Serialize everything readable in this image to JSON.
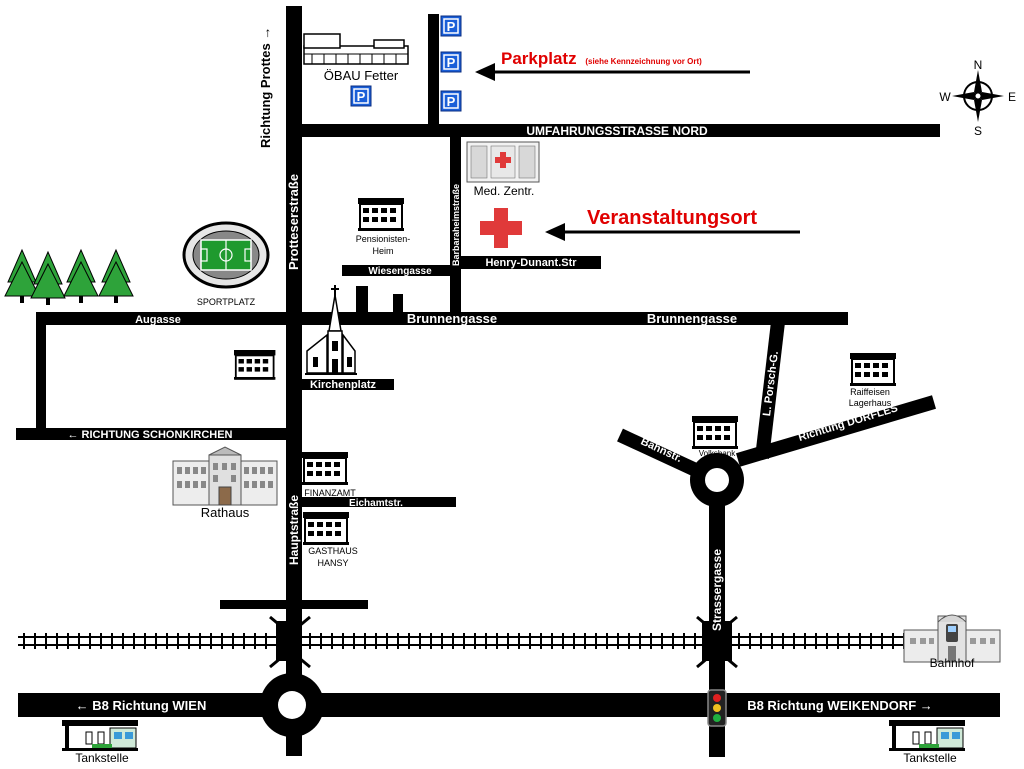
{
  "colors": {
    "road": "#000000",
    "label_on_road": "#ffffff",
    "highlight": "#e00000",
    "parking_blue": "#1a5fd8",
    "cross": "#e03a3a",
    "field_green": "#1f9a2e",
    "tree_green": "#2ea33a"
  },
  "roads": {
    "umfahrung": "UMFAHRUNGSSTRASSE NORD",
    "protteser": "Protteserstraße",
    "richtung_prottes": "Richtung Prottes →",
    "barbaraheim": "Barbaraheimstraße",
    "henry_dunant": "Henry-Dunant.Str",
    "wiesengasse": "Wiesengasse",
    "augasse": "Augasse",
    "brunnengasse_1": "Brunnengasse",
    "brunnengasse_2": "Brunnengasse",
    "kirchenplatz": "Kirchenplatz",
    "schonkirchen": "← RICHTUNG SCHONKIRCHEN",
    "eichamt": "Eichamtstr.",
    "hauptstrasse": "Hauptstraße",
    "bahnstr": "Bahnstr.",
    "porsch": "L. Porsch-G.",
    "dorfles": "Richtung DÖRFLES",
    "strassergasse": "Strassergasse",
    "b8_wien": "← B8 Richtung WIEN",
    "b8_weikendorf": "B8 Richtung WEIKENDORF →"
  },
  "places": {
    "oebau": "ÖBAU Fetter",
    "parkplatz_title": "Parkplatz",
    "parkplatz_note": "(siehe Kennzeichnung vor Ort)",
    "med_zentr": "Med. Zentr.",
    "veranstaltungsort": "Veranstaltungsort",
    "pensionisten_1": "Pensionisten-",
    "pensionisten_2": "Heim",
    "sportplatz": "SPORTPLATZ",
    "rathaus": "Rathaus",
    "finanzamt": "FINANZAMT",
    "gasthaus_1": "GASTHAUS",
    "gasthaus_2": "HANSY",
    "volksbank": "Volksbank",
    "raiffeisen_1": "Raiffeisen",
    "raiffeisen_2": "Lagerhaus",
    "bahnhof": "Bahnhof",
    "tankstelle_left": "Tankstelle",
    "tankstelle_right": "Tankstelle"
  },
  "parking_symbol": "P",
  "compass": {
    "n": "N",
    "s": "S",
    "e": "E",
    "w": "W"
  }
}
